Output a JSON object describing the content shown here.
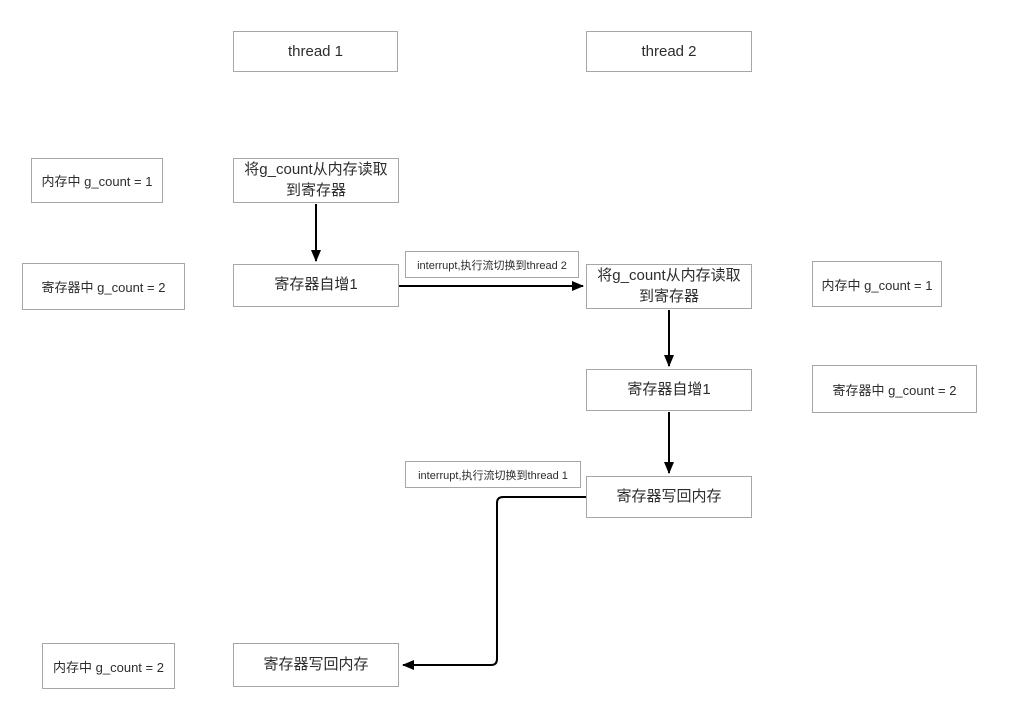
{
  "diagram": {
    "type": "flowchart",
    "topic": "two threads incrementing g_count with interrupt context switches",
    "colors": {
      "background": "#ffffff",
      "box_fill": "#ffffff",
      "box_border": "#a6a6a6",
      "text": "#2d2d2d",
      "arrow": "#000000"
    },
    "nodes": {
      "thread1_header": {
        "label": "thread 1"
      },
      "thread2_header": {
        "label": "thread 2"
      },
      "t1_read": {
        "label": "将g_count从内存读取到寄存器"
      },
      "t1_inc": {
        "label": "寄存器自增1"
      },
      "t1_write": {
        "label": "寄存器写回内存"
      },
      "t2_read": {
        "label": "将g_count从内存读取到寄存器"
      },
      "t2_inc": {
        "label": "寄存器自增1"
      },
      "t2_write": {
        "label": "寄存器写回内存"
      },
      "note_left_mem1": {
        "label": "内存中 g_count = 1"
      },
      "note_left_reg2": {
        "label": "寄存器中 g_count = 2"
      },
      "note_left_mem2": {
        "label": "内存中 g_count = 2"
      },
      "note_right_mem1": {
        "label": "内存中 g_count = 1"
      },
      "note_right_reg2": {
        "label": "寄存器中 g_count = 2"
      },
      "interrupt_to_thread2": {
        "label": "interrupt,执行流切换到thread 2"
      },
      "interrupt_to_thread1": {
        "label": "interrupt,执行流切换到thread 1"
      }
    },
    "edges": [
      {
        "from": "t1_read",
        "to": "t1_inc",
        "direction": "down"
      },
      {
        "from": "t1_inc",
        "to": "t2_read",
        "direction": "right",
        "label": "interrupt,执行流切换到thread 2"
      },
      {
        "from": "t2_read",
        "to": "t2_inc",
        "direction": "down"
      },
      {
        "from": "t2_inc",
        "to": "t2_write",
        "direction": "down"
      },
      {
        "from": "t2_write",
        "to": "t1_write",
        "direction": "left-down-left",
        "label": "interrupt,执行流切换到thread 1"
      }
    ]
  }
}
